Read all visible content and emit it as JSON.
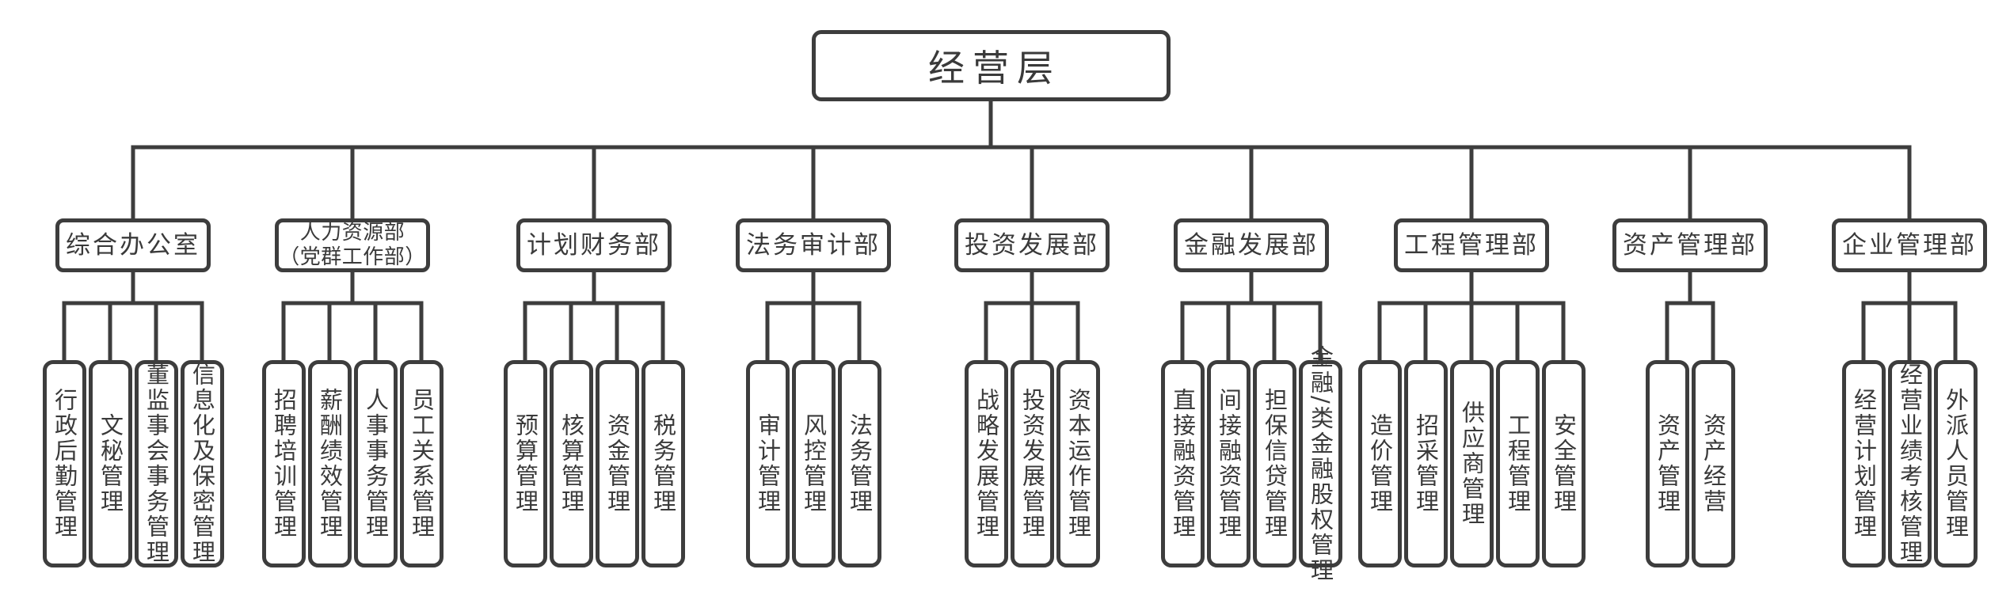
{
  "colors": {
    "background": "#ffffff",
    "box_fill": "#ffffff",
    "box_border": "#3d3d3d",
    "line": "#3d3d3d",
    "text": "#3a3a3a"
  },
  "chart_data": {
    "type": "org-tree",
    "root": {
      "label": "经营层"
    },
    "departments": [
      {
        "label": "综合办公室",
        "children": [
          "行政后勤管理",
          "文秘管理",
          "董监事会事务管理",
          "信息化及保密管理"
        ]
      },
      {
        "label": "人力资源部",
        "label_line2": "（党群工作部）",
        "children": [
          "招聘培训管理",
          "薪酬绩效管理",
          "人事事务管理",
          "员工关系管理"
        ]
      },
      {
        "label": "计划财务部",
        "children": [
          "预算管理",
          "核算管理",
          "资金管理",
          "税务管理"
        ]
      },
      {
        "label": "法务审计部",
        "children": [
          "审计管理",
          "风控管理",
          "法务管理"
        ]
      },
      {
        "label": "投资发展部",
        "children": [
          "战略发展管理",
          "投资发展管理",
          "资本运作管理"
        ]
      },
      {
        "label": "金融发展部",
        "children": [
          "直接融资管理",
          "间接融资管理",
          "担保信贷管理",
          "金融/类金融股权管理"
        ]
      },
      {
        "label": "工程管理部",
        "children": [
          "造价管理",
          "招采管理",
          "供应商管理",
          "工程管理",
          "安全管理"
        ]
      },
      {
        "label": "资产管理部",
        "children": [
          "资产管理",
          "资产经营"
        ]
      },
      {
        "label": "企业管理部",
        "children": [
          "经营计划管理",
          "经营业绩考核管理",
          "外派人员管理"
        ]
      }
    ]
  }
}
